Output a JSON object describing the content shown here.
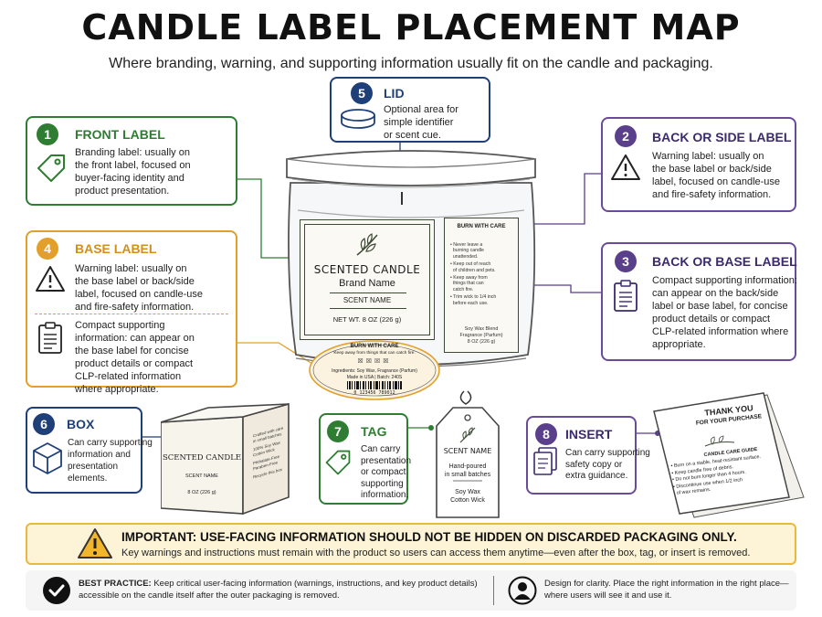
{
  "header": {
    "title": "CANDLE LABEL PLACEMENT MAP",
    "subtitle": "Where branding, warning, and supporting information usually fit on the candle and packaging."
  },
  "cards": {
    "front": {
      "number": "1",
      "title": "FRONT LABEL",
      "desc": [
        "Branding label: usually on",
        "the front label, focused on",
        "buyer-facing identity and",
        "product presentation."
      ]
    },
    "base": {
      "number": "4",
      "title": "BASE LABEL",
      "warning": [
        "Warning label: usually on",
        "the base label or back/side",
        "label, focused on candle-use",
        "and fire-safety information."
      ],
      "supporting": [
        "Compact supporting",
        "information: can appear on",
        "the base label for concise",
        "product details or compact",
        "CLP-related information",
        "where appropriate."
      ]
    },
    "lid": {
      "number": "5",
      "title": "LID",
      "desc": [
        "Optional area for",
        "simple identifier",
        "or scent cue."
      ]
    },
    "back_side": {
      "number": "2",
      "title": "BACK OR SIDE LABEL",
      "desc": [
        "Warning label: usually on",
        "the base label or back/side",
        "label, focused on candle-use",
        "and fire-safety information."
      ]
    },
    "back_base": {
      "number": "3",
      "title": "BACK OR BASE LABEL",
      "desc": [
        "Compact supporting information:",
        "can appear on the back/side",
        "label or base label, for concise",
        "product details or compact",
        "CLP-related information where",
        "appropriate."
      ]
    },
    "box": {
      "number": "6",
      "title": "BOX",
      "desc": [
        "Can carry supporting",
        "information and",
        "presentation",
        "elements."
      ]
    },
    "tag": {
      "number": "7",
      "title": "TAG",
      "desc": [
        "Can carry",
        "presentation",
        "or compact",
        "supporting",
        "information."
      ]
    },
    "insert": {
      "number": "8",
      "title": "INSERT",
      "desc": [
        "Can carry supporting",
        "safety copy or",
        "extra guidance."
      ]
    }
  },
  "candle": {
    "front_label": {
      "title": "SCENTED CANDLE",
      "brand": "Brand Name",
      "scent": "SCENT NAME",
      "netwt": "NET WT. 8 OZ (226 g)"
    },
    "side_label": {
      "title": "BURN WITH CARE",
      "bullets": [
        [
          "Never leave a",
          "burning candle",
          "unattended."
        ],
        [
          "Keep out of reach",
          "of children and pets."
        ],
        [
          "Keep away from",
          "things that can",
          "catch fire."
        ],
        [
          "Trim wick to 1/4 inch",
          "before each use."
        ]
      ],
      "footer": [
        "Soy Wax Blend",
        "Fragrance (Parfum)",
        "8 OZ (226 g)"
      ]
    },
    "base_label": {
      "title": "BURN WITH CARE",
      "line1": "Keep away from things that can catch fire.",
      "ingredients": "Ingredients: Soy Wax, Fragrance (Parfum)",
      "made": "Made in USA  |  Batch: 240S",
      "barcode": "0 123456 789012"
    }
  },
  "box_item": {
    "title": "SCENTED CANDLE",
    "scent": "SCENT NAME",
    "weight": "8 OZ (226 g)",
    "side": [
      "Crafted with care",
      "in small batches",
      "100% Soy Wax",
      "Cotton Wick",
      "Phthalate-Free",
      "Paraben-Free",
      "Recycle this box"
    ]
  },
  "tag_item": {
    "title": "SCENT NAME",
    "lines": [
      "Hand-poured",
      "in small batches",
      "Soy Wax",
      "Cotton Wick"
    ]
  },
  "insert_item": {
    "thanks": "THANK YOU",
    "for": "FOR YOUR PURCHASE",
    "guide": "CANDLE CARE GUIDE",
    "bullets": [
      [
        "Burn on a stable, heat-resistant surface."
      ],
      [
        "Keep candle free of debris."
      ],
      [
        "Do not burn longer than 4 hours."
      ],
      [
        "Discontinue use when 1/2 inch",
        "of wax remains."
      ]
    ]
  },
  "banner": {
    "title": "IMPORTANT:  USE-FACING INFORMATION SHOULD NOT BE HIDDEN ON DISCARDED PACKAGING ONLY.",
    "text": "Key warnings and instructions must remain with the product so users can access them anytime—even after the box, tag, or insert is removed."
  },
  "best_practice": {
    "label": "BEST PRACTICE:",
    "text1": " Keep critical user-facing information (warnings, instructions, and key product details)",
    "text2": "accessible on the candle itself after the outer packaging is removed.",
    "right1": "Design for clarity. Place the right information in the right place—",
    "right2": "where users will see it and use it."
  },
  "colors": {
    "green": "#2e7d32",
    "orange": "#e2a02a",
    "purple": "#5a3f8a",
    "navy": "#1f3f78",
    "banner_bg": "#fdf4d8"
  }
}
